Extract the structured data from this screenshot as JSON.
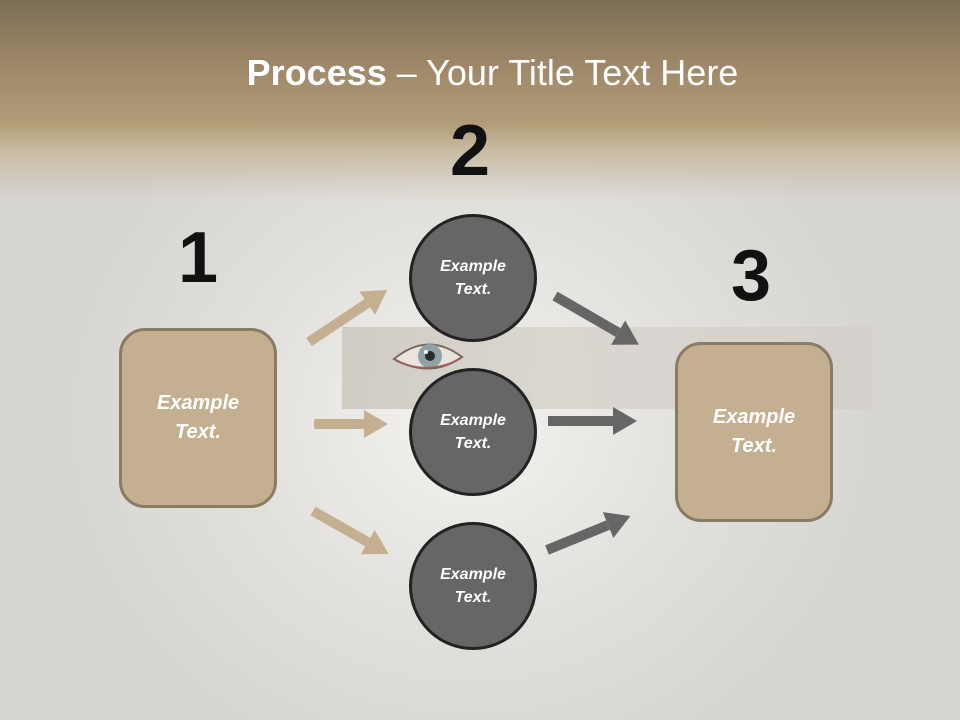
{
  "title": {
    "bold": "Process",
    "rest": " – Your Title Text Here"
  },
  "steps": [
    {
      "number": "1",
      "text_line1": "Example",
      "text_line2": "Text."
    },
    {
      "number": "2"
    },
    {
      "number": "3",
      "text_line1": "Example",
      "text_line2": "Text."
    }
  ],
  "circles": [
    {
      "text_line1": "Example",
      "text_line2": "Text."
    },
    {
      "text_line1": "Example",
      "text_line2": "Text."
    },
    {
      "text_line1": "Example",
      "text_line2": "Text."
    }
  ],
  "colors": {
    "box_fill": "#c4b090",
    "box_border": "#8a7b65",
    "circle_fill": "#666666",
    "circle_border": "#222222",
    "arrow_tan": "#c4b090",
    "arrow_gray": "#666666",
    "header": "#b19c78"
  }
}
